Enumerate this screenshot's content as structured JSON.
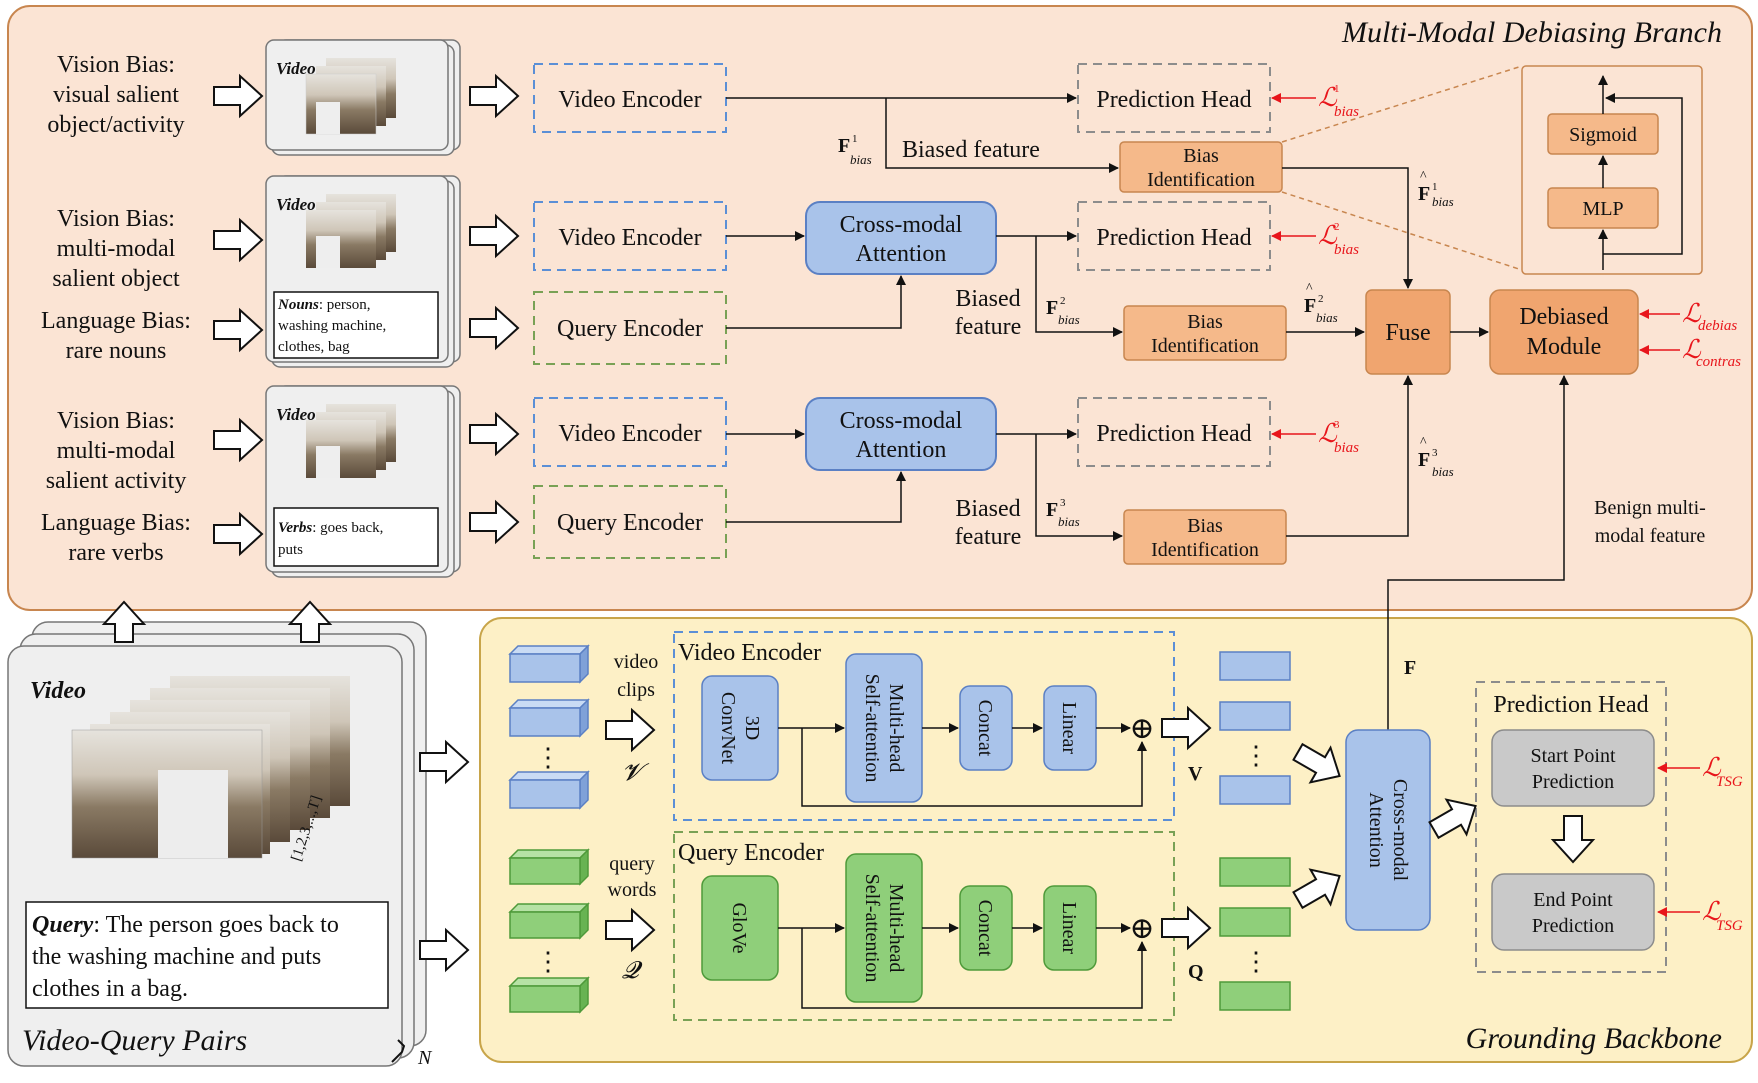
{
  "branch": {
    "title": "Multi-Modal Debiasing Branch",
    "colors": {
      "panel": "#fbe4d4",
      "panel_border": "#c8864f",
      "orange_box": "#f5b98a",
      "dark_orange": "#f0a56f"
    }
  },
  "backbone": {
    "title": "Grounding Backbone",
    "colors": {
      "panel": "#fdf0c6",
      "panel_border": "#c8a54a"
    }
  },
  "pairs": {
    "title": "Video-Query Pairs",
    "n_label": "N",
    "video_label": "Video",
    "frame_range": "[1,2,3,...,T]",
    "query_label": "Query",
    "query_text": [
      "The person goes back to",
      "the washing machine and puts",
      "clothes in a bag."
    ]
  },
  "rows": [
    {
      "bias_lines": [
        "Vision Bias:",
        "visual salient",
        "object/activity"
      ],
      "card_video": "Video"
    },
    {
      "bias_lines": [
        "Vision Bias:",
        "multi-modal",
        "salient object"
      ],
      "lang_lines": [
        "Language Bias:",
        "rare nouns"
      ],
      "card_video": "Video",
      "card_key": "Nouns",
      "card_text": [
        ": person,",
        "washing machine,",
        "clothes, bag"
      ]
    },
    {
      "bias_lines": [
        "Vision Bias:",
        "multi-modal",
        "salient activity"
      ],
      "lang_lines": [
        "Language Bias:",
        "rare verbs"
      ],
      "card_video": "Video",
      "card_key": "Verbs",
      "card_text": [
        ": goes back,",
        "puts"
      ]
    }
  ],
  "blocks": {
    "video_encoder": "Video Encoder",
    "query_encoder": "Query Encoder",
    "cross_modal": [
      "Cross-modal",
      "Attention"
    ],
    "prediction_head": "Prediction Head",
    "bias_identification": [
      "Bias",
      "Identification"
    ],
    "biased_feature": "Biased feature",
    "biased_feature_2": [
      "Biased",
      "feature"
    ],
    "fuse": "Fuse",
    "debiased_module": [
      "Debiased",
      "Module"
    ],
    "sigmoid": "Sigmoid",
    "mlp": "MLP",
    "benign": [
      "Benign multi-",
      "modal feature"
    ]
  },
  "features": {
    "f_bold": "F",
    "f_sub": "bias",
    "sup1": "1",
    "sup2": "2",
    "sup3": "3",
    "f_main": "F"
  },
  "losses": {
    "script": "ℒ",
    "bias": "bias",
    "debias": "debias",
    "contras": "contras",
    "tsg": "TSG"
  },
  "backbone_blocks": {
    "video_encoder_title": "Video Encoder",
    "query_encoder_title": "Query Encoder",
    "convnet": [
      "3D",
      "ConvNet"
    ],
    "glove": "GloVe",
    "mhsa": [
      "Multi-head",
      "Self-attention"
    ],
    "concat": "Concat",
    "linear": "Linear",
    "video_clips": [
      "video",
      "clips"
    ],
    "query_words": [
      "query",
      "words"
    ],
    "v_script": "𝓥",
    "q_script": "𝓠",
    "V": "V",
    "Q": "Q",
    "cross_modal": [
      "Cross-modal",
      "Attention"
    ],
    "pred_head": "Prediction Head",
    "start": [
      "Start Point",
      "Prediction"
    ],
    "end": [
      "End Point",
      "Prediction"
    ],
    "dots": "⋮",
    "plus": "⊕"
  }
}
